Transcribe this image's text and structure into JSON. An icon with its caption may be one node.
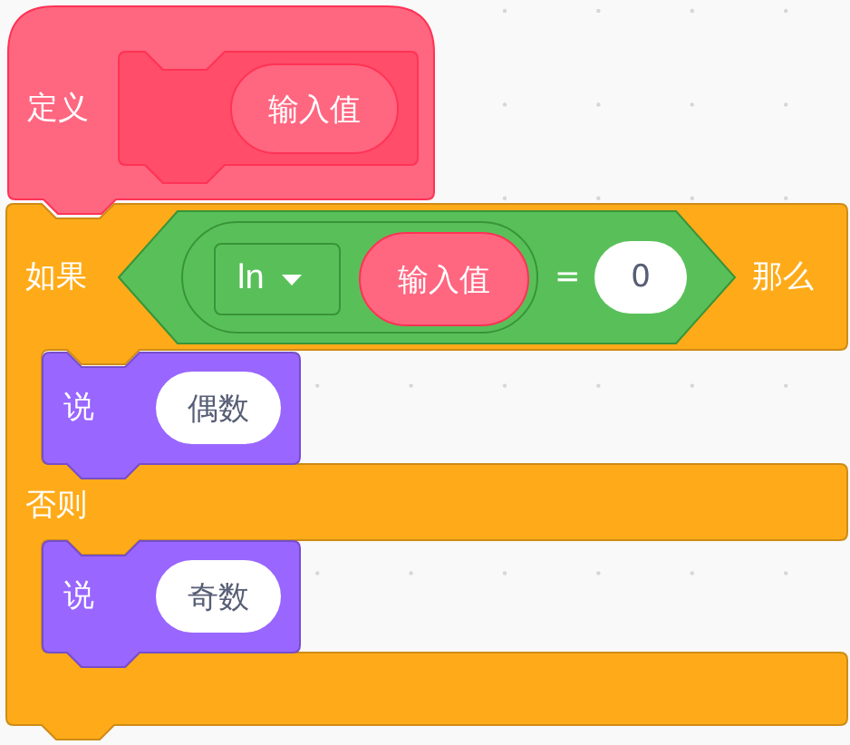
{
  "diagram": {
    "nodes": [
      {
        "text": [
          "定义"
        ]
      },
      {
        "text": [],
        "shape": "box",
        "in": 0
      },
      {
        "text": [
          "输入值"
        ],
        "in": 1
      },
      {
        "text": [
          "如果",
          "那么",
          "否则"
        ]
      },
      {
        "text": [
          "="
        ],
        "in": 3
      },
      {
        "text": [],
        "shape": "oval",
        "in": 4
      },
      {
        "text": [
          "ln"
        ],
        "in": 5
      },
      {
        "text": [
          "输入值"
        ],
        "in": 5
      },
      {
        "text": [
          "0"
        ],
        "in": 4
      },
      {
        "text": [
          "说"
        ],
        "in": 3
      },
      {
        "text": [
          "偶数"
        ],
        "in": 9
      },
      {
        "text": [
          "说"
        ],
        "in": 3
      },
      {
        "text": [
          "奇数"
        ],
        "in": 11
      }
    ]
  }
}
